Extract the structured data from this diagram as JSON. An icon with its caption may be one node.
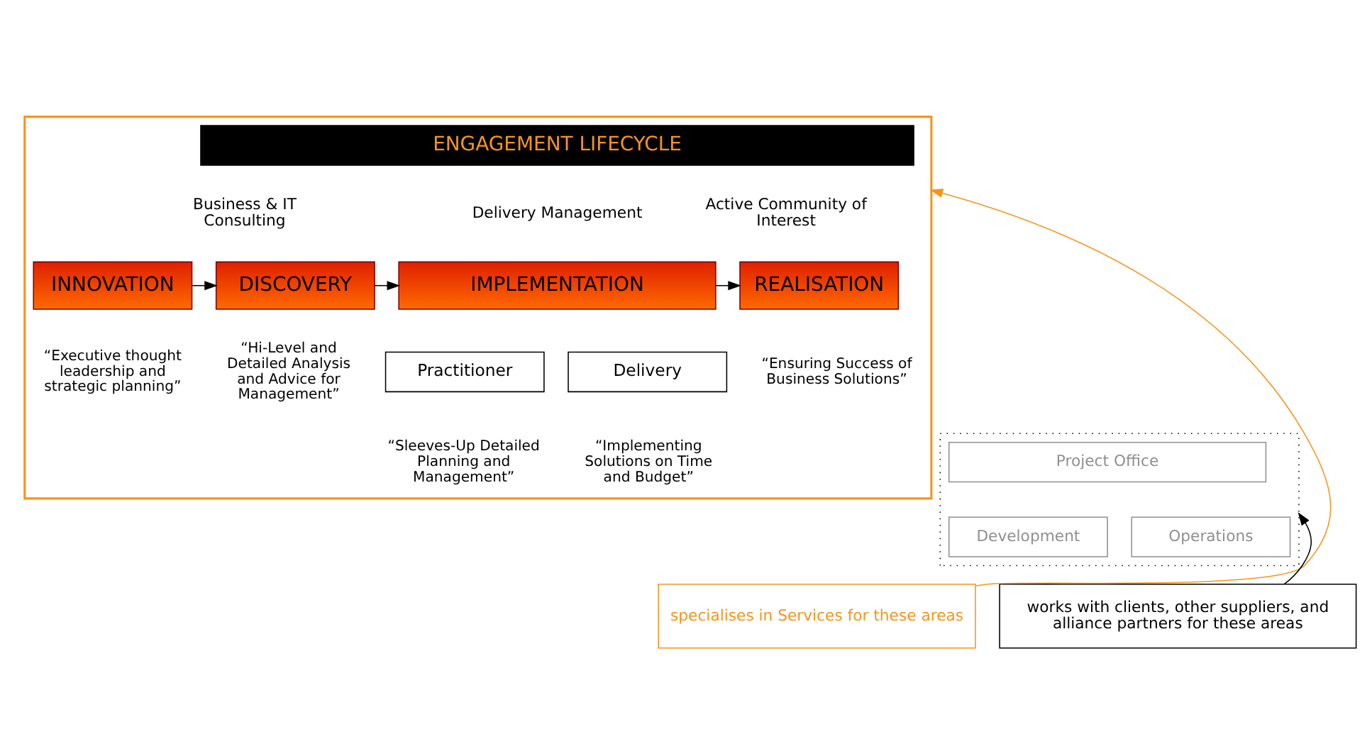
{
  "diagram": {
    "nodes": [
      {
        "text": [],
        "shape": "box"
      },
      {
        "text": [
          "ENGAGEMENT LIFECYCLE"
        ],
        "in": 0
      },
      {
        "text": [
          "INNOVATION"
        ],
        "in": 0,
        "beside": [
          "“Executive thought leadership and strategic planning”"
        ]
      },
      {
        "text": [
          "DISCOVERY"
        ],
        "in": 0,
        "beside": [
          "“Hi-Level and Detailed Analysis and Advice for Management”"
        ]
      },
      {
        "text": [
          "IMPLEMENTATION"
        ],
        "in": 0
      },
      {
        "text": [
          "REALISATION"
        ],
        "in": 0,
        "beside": [
          "“Ensuring Success of Business Solutions”"
        ]
      },
      {
        "text": [
          "Practitioner"
        ],
        "in": 0,
        "beside": [
          "“Sleeves-Up Detailed Planning and Management”"
        ]
      },
      {
        "text": [
          "Delivery"
        ],
        "in": 0,
        "beside": [
          "“Implementing Solutions on Time and Budget”"
        ]
      },
      {
        "text": [],
        "shape": "box"
      },
      {
        "text": [
          "Project Office"
        ],
        "in": 8
      },
      {
        "text": [
          "Development"
        ],
        "in": 8
      },
      {
        "text": [
          "Operations"
        ],
        "in": 8
      },
      {
        "text": [
          "specialises in Services for these areas"
        ]
      },
      {
        "text": [
          "works with clients, other suppliers, and alliance partners for these areas"
        ]
      }
    ],
    "edges": [
      {
        "from": 2,
        "to": 3,
        "arrow": "to"
      },
      {
        "from": 3,
        "to": 4,
        "arrow": "to"
      },
      {
        "from": 4,
        "to": 5,
        "arrow": "to"
      },
      {
        "from": 12,
        "to": 0,
        "arrow": "to",
        "color": "#f7941d"
      },
      {
        "from": 13,
        "to": 8,
        "arrow": "to"
      }
    ],
    "labels": [
      "Business & IT Consulting",
      "Delivery Management",
      "Active Community of Interest"
    ]
  }
}
